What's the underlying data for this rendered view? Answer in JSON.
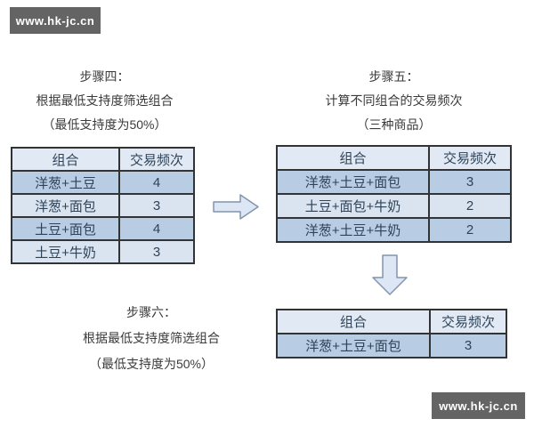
{
  "watermark": {
    "text": "www.hk-jc.cn",
    "bg": "#646464"
  },
  "steps": {
    "step4": {
      "title": "步骤四：",
      "line2": "根据最低支持度筛选组合",
      "line3": "（最低支持度为50%）"
    },
    "step5": {
      "title": "步骤五：",
      "line2": "计算不同组合的交易频次",
      "line3": "（三种商品）"
    },
    "step6": {
      "title": "步骤六：",
      "line2": "根据最低支持度筛选组合",
      "line3": "（最低支持度为50%）"
    }
  },
  "tables": {
    "step4": {
      "headers": [
        "组合",
        "交易频次"
      ],
      "rows": [
        [
          "洋葱+土豆",
          "4"
        ],
        [
          "洋葱+面包",
          "3"
        ],
        [
          "土豆+面包",
          "4"
        ],
        [
          "土豆+牛奶",
          "3"
        ]
      ]
    },
    "step5": {
      "headers": [
        "组合",
        "交易频次"
      ],
      "rows": [
        [
          "洋葱+土豆+面包",
          "3"
        ],
        [
          "土豆+面包+牛奶",
          "2"
        ],
        [
          "洋葱+土豆+牛奶",
          "2"
        ]
      ]
    },
    "step6": {
      "headers": [
        "组合",
        "交易频次"
      ],
      "rows": [
        [
          "洋葱+土豆+面包",
          "3"
        ]
      ]
    }
  },
  "colors": {
    "header_bg": "#e0e9f4",
    "row_dark": "#b8cce4",
    "row_light": "#d9e4f0",
    "table_border": "#333333",
    "table_text": "#2f4358",
    "arrow_fill": "#dde6f4",
    "arrow_stroke": "#8494ad",
    "watermark_bg": "#646464"
  }
}
